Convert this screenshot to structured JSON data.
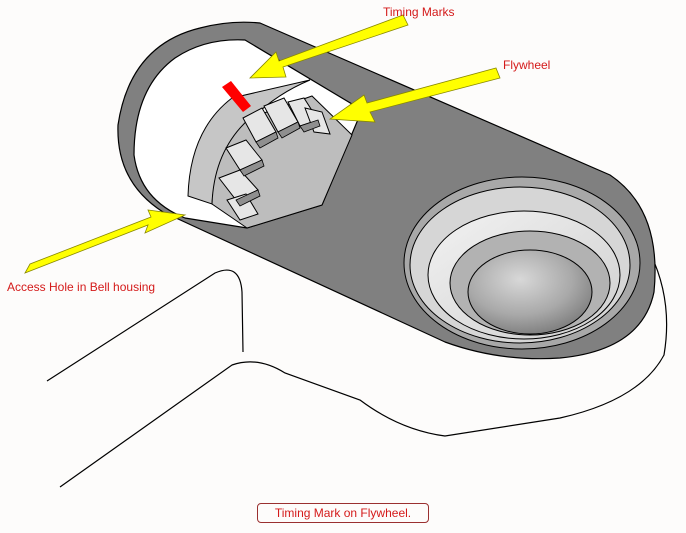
{
  "labels": {
    "timing_marks": "Timing Marks",
    "flywheel": "Flywheel",
    "access_hole": "Access Hole in Bell housing"
  },
  "caption": "Timing Mark on Flywheel.",
  "colors": {
    "label_text": "#d41a1a",
    "arrow_fill": "#ffff00",
    "timing_mark": "#ff0000",
    "housing": "#808080"
  }
}
